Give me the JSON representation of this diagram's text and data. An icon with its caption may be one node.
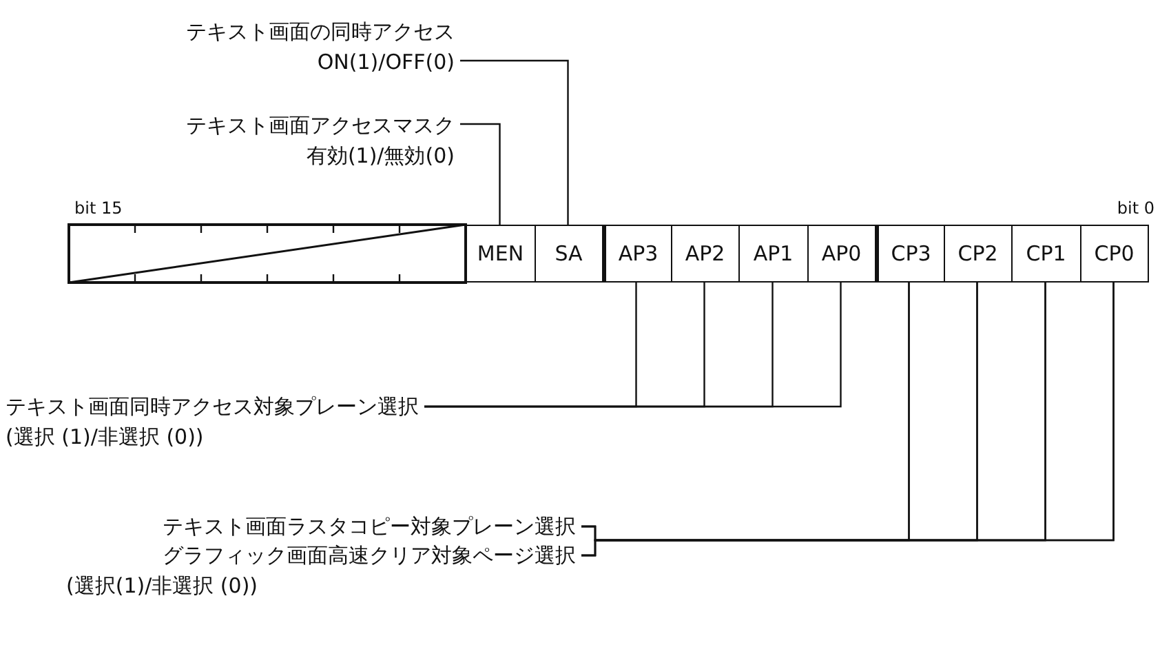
{
  "diagram": {
    "nodes": [
      {
        "text": [
          "テキスト画面の同時アクセス",
          "ON(1)/OFF(0)"
        ]
      },
      {
        "text": [
          "テキスト画面アクセスマスク",
          "有効(1)/無効(0)"
        ]
      },
      {
        "text": [
          "MEN"
        ]
      },
      {
        "text": [
          "SA"
        ]
      },
      {
        "text": [
          "AP3"
        ]
      },
      {
        "text": [
          "AP2"
        ]
      },
      {
        "text": [
          "AP1"
        ]
      },
      {
        "text": [
          "AP0"
        ]
      },
      {
        "text": [
          "CP3"
        ]
      },
      {
        "text": [
          "CP2"
        ]
      },
      {
        "text": [
          "CP1"
        ]
      },
      {
        "text": [
          "CP0"
        ]
      },
      {
        "text": [
          "テキスト画面同時アクセス対象プレーン選択",
          "(選択 (1)/非選択 (0))"
        ]
      },
      {
        "text": [
          "テキスト画面ラスタコピー対象プレーン選択"
        ]
      },
      {
        "text": [
          "グラフィック画面高速クリア対象ページ選択"
        ]
      }
    ],
    "edges": [
      {
        "from": 0,
        "to": 3,
        "arrow": "none"
      },
      {
        "from": 1,
        "to": 2,
        "arrow": "none"
      },
      {
        "from": 12,
        "to": 4,
        "arrow": "none"
      },
      {
        "from": 12,
        "to": 5,
        "arrow": "none"
      },
      {
        "from": 12,
        "to": 6,
        "arrow": "none"
      },
      {
        "from": 12,
        "to": 7,
        "arrow": "none"
      },
      {
        "from": 13,
        "to": 8,
        "arrow": "none"
      },
      {
        "from": 13,
        "to": 9,
        "arrow": "none"
      },
      {
        "from": 13,
        "to": 10,
        "arrow": "none"
      },
      {
        "from": 13,
        "to": 11,
        "arrow": "none"
      },
      {
        "from": 14,
        "to": 8,
        "arrow": "none"
      },
      {
        "from": 14,
        "to": 9,
        "arrow": "none"
      },
      {
        "from": 14,
        "to": 10,
        "arrow": "none"
      },
      {
        "from": 14,
        "to": 11,
        "arrow": "none"
      }
    ],
    "labels": [
      "bit 15",
      "bit 0",
      "(選択(1)/非選択 (0))"
    ]
  }
}
